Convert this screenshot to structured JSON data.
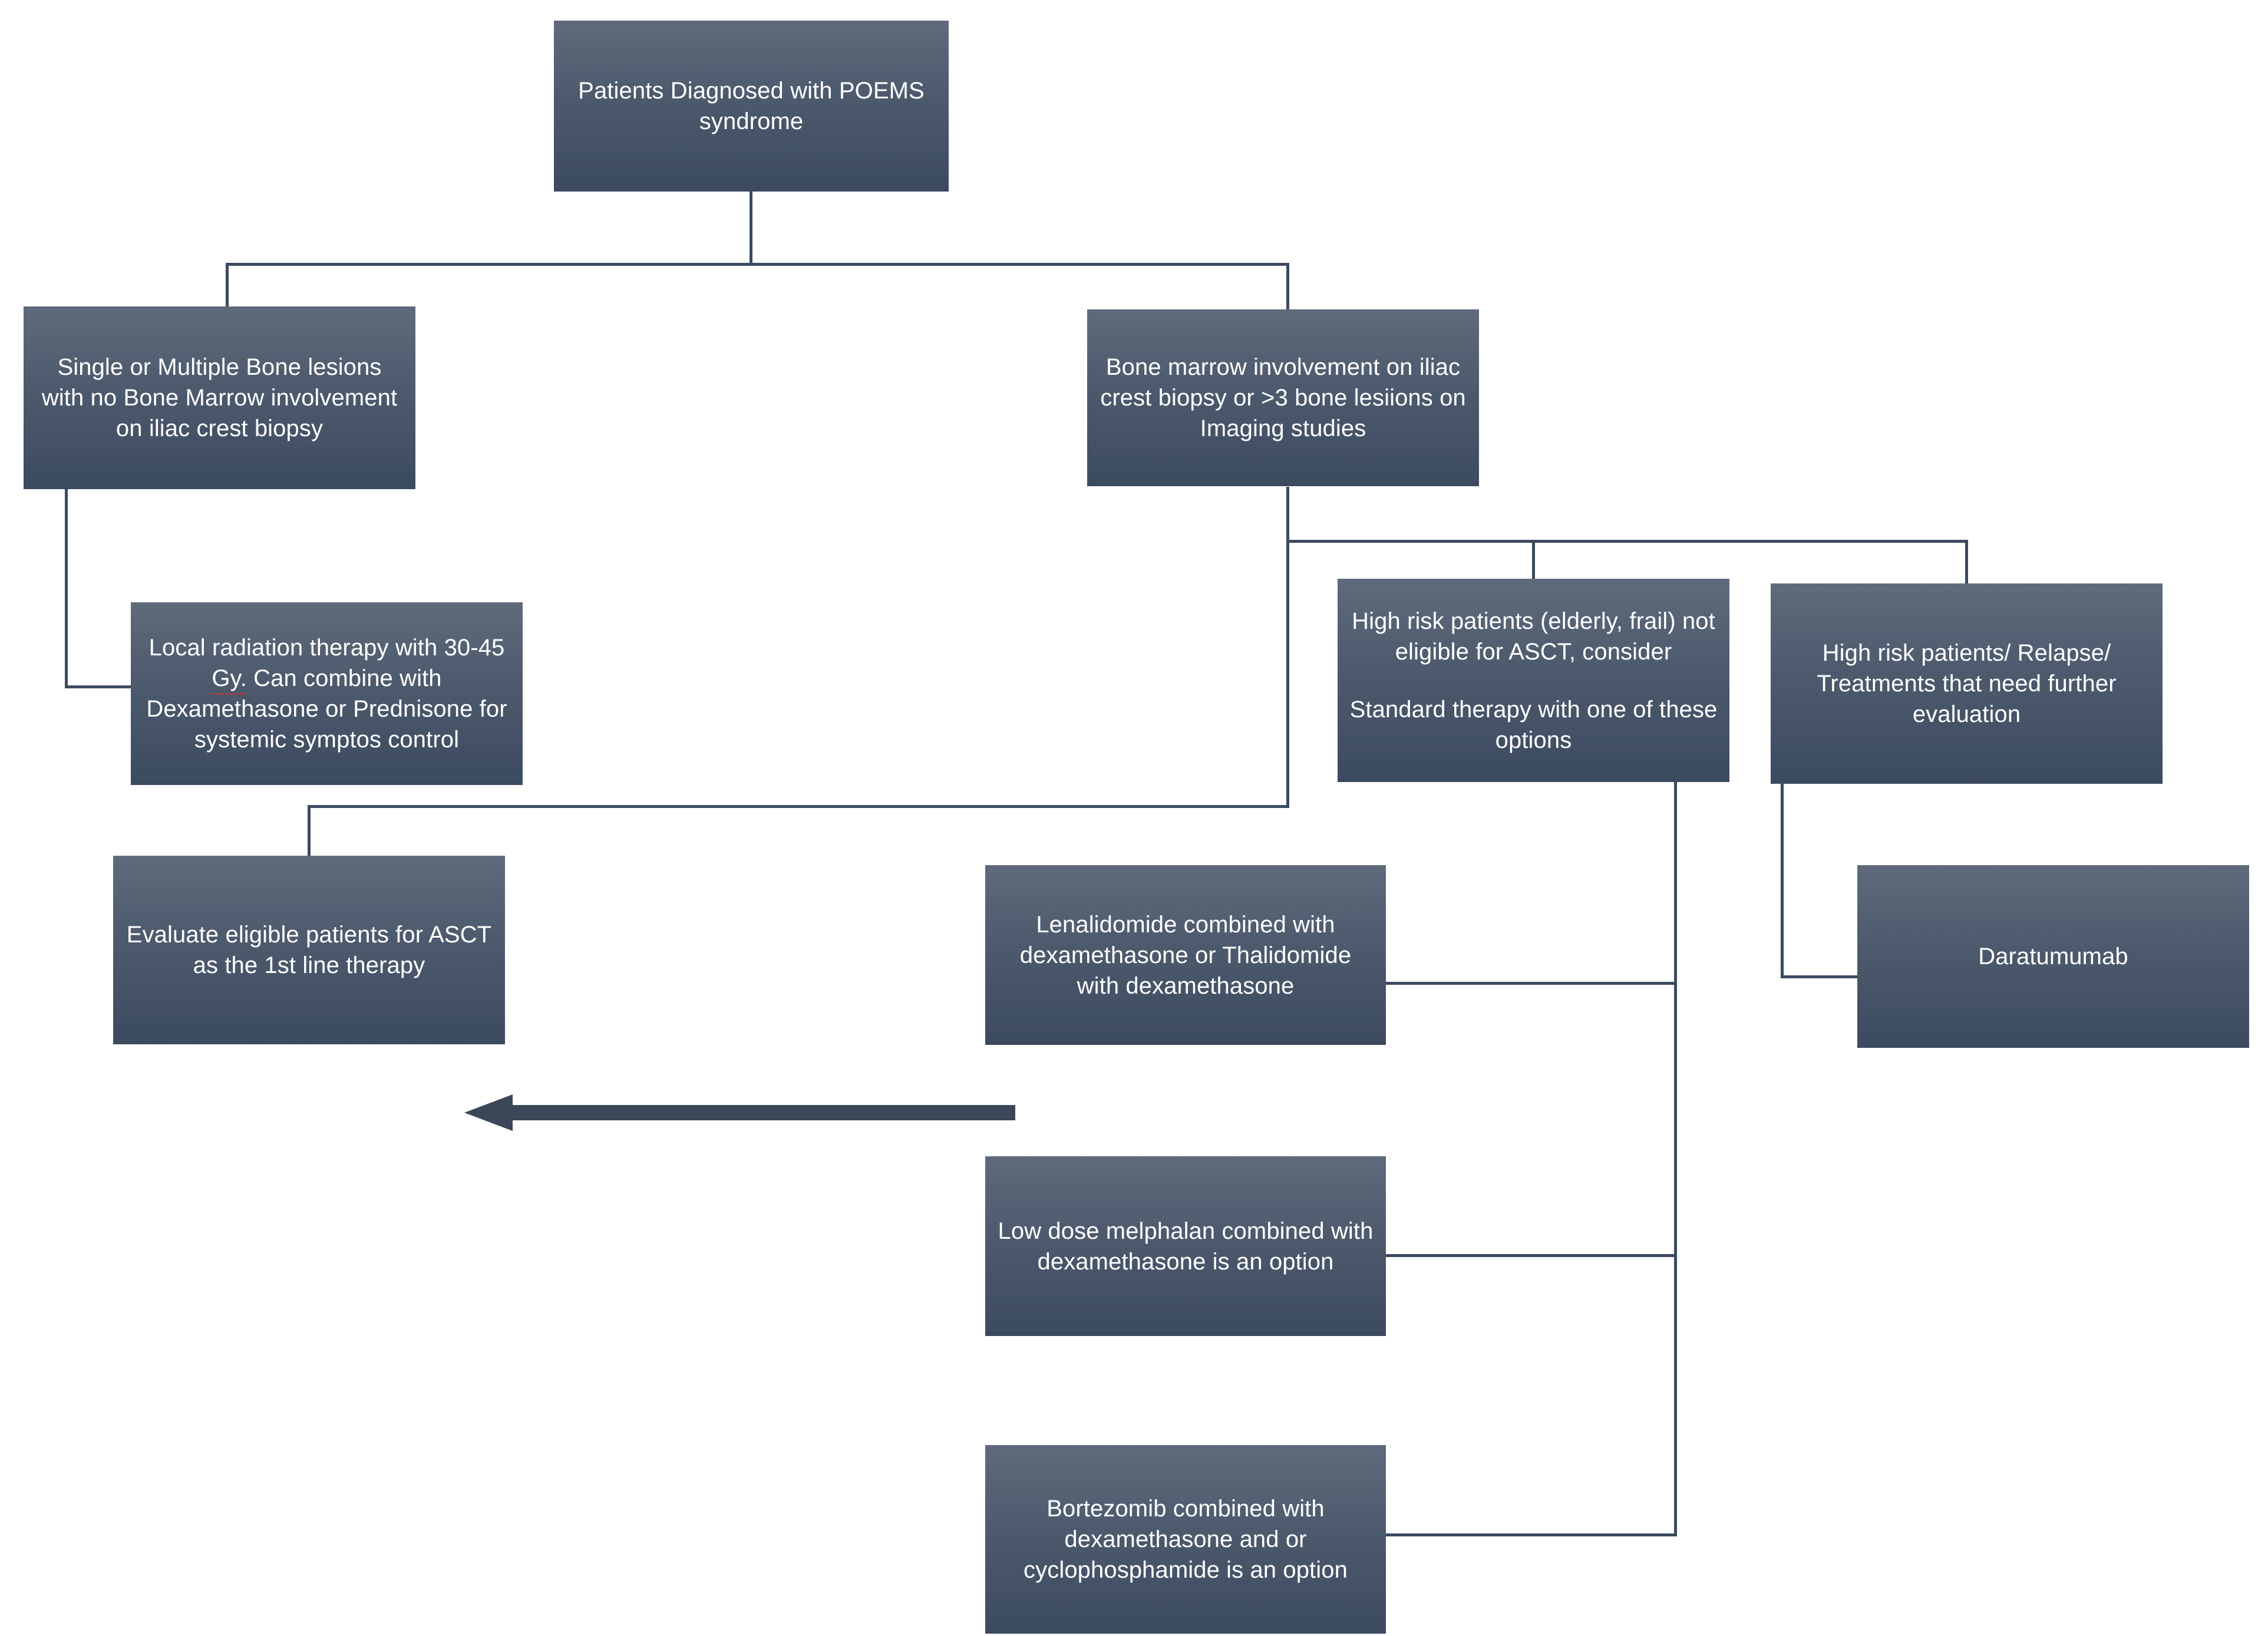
{
  "diagram": {
    "title": "POEMS syndrome treatment algorithm",
    "colors": {
      "node_fill_top": "#5f6b7c",
      "node_fill_bottom": "#3c4a60",
      "node_text": "#ffffff",
      "connector": "#3b4a5f",
      "arrow": "#3b4758",
      "spellcheck_underline": "#e03030",
      "background": "#ffffff"
    },
    "nodes": {
      "root": "Patients Diagnosed with POEMS syndrome",
      "left_branch": "Single or Multiple Bone lesions with no Bone Marrow involvement on iliac crest biopsy",
      "right_branch": "Bone marrow involvement on iliac crest biopsy or >3 bone lesiions on Imaging studies",
      "radiation": {
        "part1": "Local radiation therapy with 30-45 ",
        "misspelled": "Gy.",
        "part2": " Can combine with Dexamethasone or Prednisone for systemic symptos control"
      },
      "high_risk_standard": {
        "para1": "High risk patients (elderly, frail) not eligible for ASCT, consider",
        "para2": "Standard therapy with one of these options"
      },
      "high_risk_relapse": "High risk patients/ Relapse/ Treatments that need further evaluation",
      "asct": "Evaluate eligible patients for ASCT as the 1st line therapy",
      "lenalidomide": "Lenalidomide combined with dexamethasone or Thalidomide with dexamethasone",
      "daratumumab": "Daratumumab",
      "melphalan": "Low dose melphalan combined with dexamethasone is an option",
      "bortezomib": "Bortezomib combined with dexamethasone and or cyclophosphamide is an option"
    },
    "connectors": [
      {
        "name": "root-to-split",
        "type": "vertical"
      },
      {
        "name": "split-bar",
        "type": "horizontal"
      },
      {
        "name": "split-to-left-branch",
        "type": "vertical"
      },
      {
        "name": "split-to-right-branch",
        "type": "vertical"
      },
      {
        "name": "left-branch-down",
        "type": "vertical"
      },
      {
        "name": "left-branch-to-radiation",
        "type": "horizontal"
      },
      {
        "name": "right-branch-down-to-asct",
        "type": "vertical"
      },
      {
        "name": "asct-feed-horizontal",
        "type": "horizontal"
      },
      {
        "name": "asct-drop",
        "type": "vertical"
      },
      {
        "name": "right-branch-options-bar",
        "type": "horizontal"
      },
      {
        "name": "options-bar-to-high-risk-standard",
        "type": "vertical"
      },
      {
        "name": "options-bar-to-high-risk-relapse",
        "type": "vertical"
      },
      {
        "name": "standard-options-spine",
        "type": "vertical"
      },
      {
        "name": "spine-to-lenalidomide",
        "type": "horizontal"
      },
      {
        "name": "spine-to-melphalan",
        "type": "horizontal"
      },
      {
        "name": "spine-to-bortezomib",
        "type": "horizontal"
      },
      {
        "name": "relapse-drop",
        "type": "vertical"
      },
      {
        "name": "relapse-to-daratumumab",
        "type": "horizontal"
      },
      {
        "name": "result-arrow-to-asct",
        "type": "block-arrow-left"
      }
    ]
  }
}
